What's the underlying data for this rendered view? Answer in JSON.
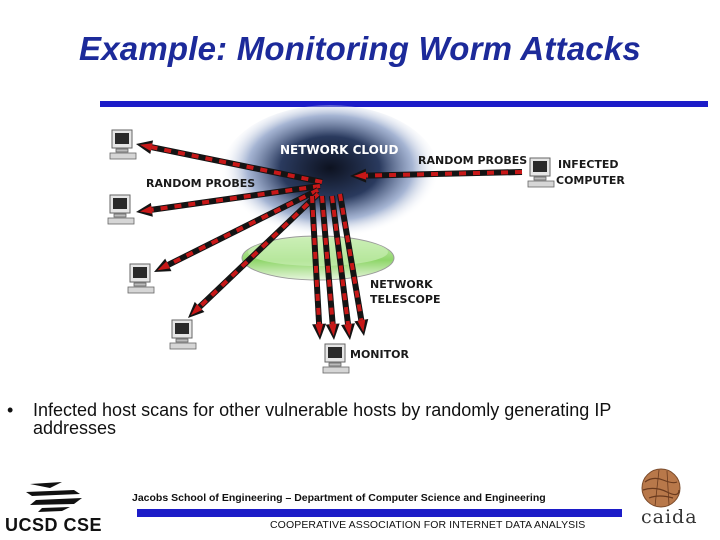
{
  "slide": {
    "title": "Example: Monitoring Worm Attacks",
    "bullet": "Infected host scans for other vulnerable hosts by randomly generating IP addresses",
    "bullet_marker": "•"
  },
  "diagram": {
    "labels": {
      "network_cloud": "NETWORK CLOUD",
      "random_probes_right": "RANDOM PROBES",
      "random_probes_left": "RANDOM PROBES",
      "infected_line1": "INFECTED",
      "infected_line2": "COMPUTER",
      "telescope_line1": "NETWORK",
      "telescope_line2": "TELESCOPE",
      "monitor": "MONITOR"
    },
    "icons": [
      "computer-icon",
      "cloud-icon",
      "telescope-icon"
    ],
    "colors": {
      "arrow_red": "#c81818",
      "arrow_black": "#141414",
      "cloud": "#1a2640",
      "telescope": "#8fd66a"
    }
  },
  "footer": {
    "department": "Jacobs School of Engineering – Department of Computer Science and Engineering",
    "organization": "COOPERATIVE ASSOCIATION FOR INTERNET DATA ANALYSIS",
    "left_logo_text": "UCSD CSE",
    "right_logo_text": "caida",
    "rule_color": "#1c1cc8"
  }
}
